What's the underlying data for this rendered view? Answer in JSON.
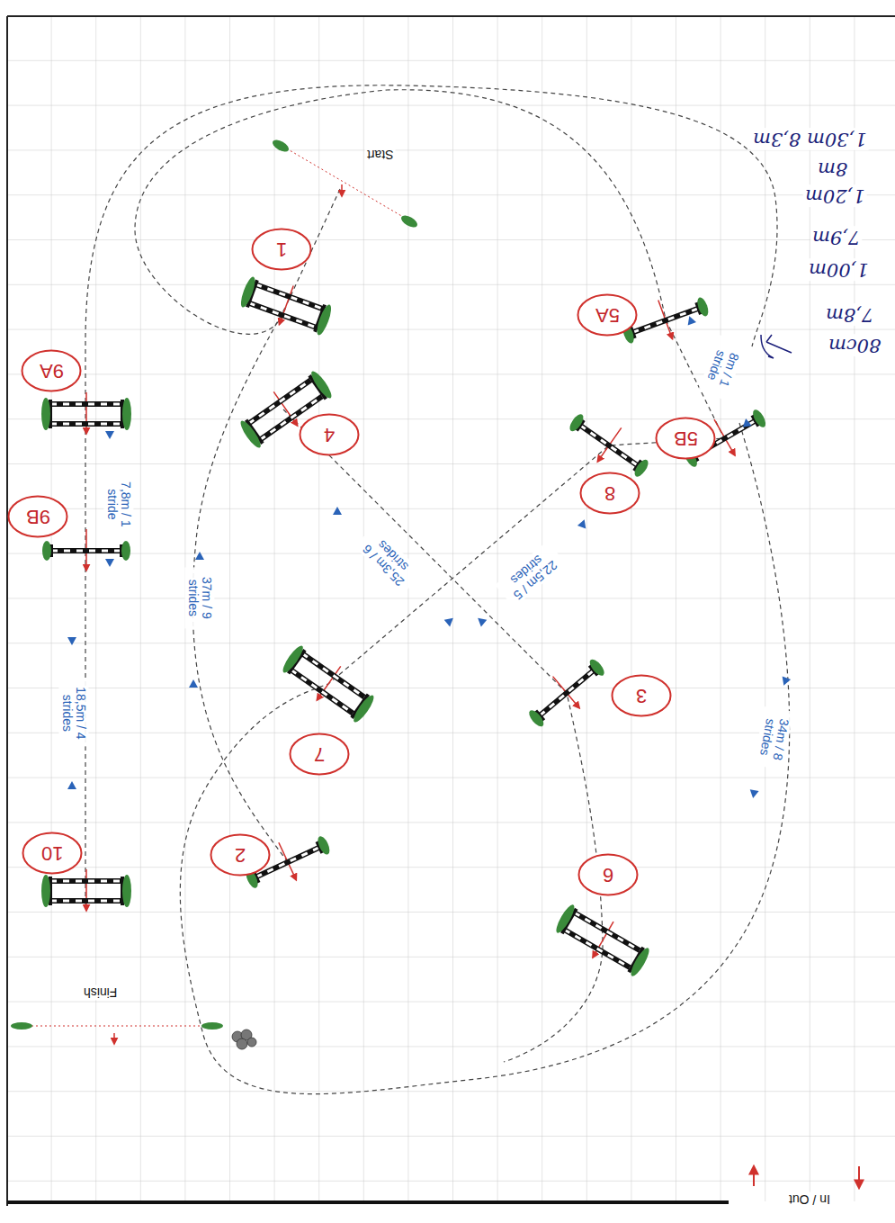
{
  "diagram": {
    "nodes": [
      {
        "text": [
          "1"
        ]
      },
      {
        "text": [
          "2"
        ]
      },
      {
        "text": [
          "3"
        ]
      },
      {
        "text": [
          "4"
        ]
      },
      {
        "text": [
          "5A"
        ]
      },
      {
        "text": [
          "5B"
        ]
      },
      {
        "text": [
          "6"
        ]
      },
      {
        "text": [
          "7"
        ]
      },
      {
        "text": [
          "8"
        ]
      },
      {
        "text": [
          "9A"
        ]
      },
      {
        "text": [
          "9B"
        ]
      },
      {
        "text": [
          "10"
        ]
      }
    ],
    "labels": [
      "Start",
      "Finish",
      "In / Out",
      "8m / 1 stride",
      "25,3m / 6 strides",
      "22,5m / 5 strides",
      "7,8m / 1 stride",
      "37m / 9 strides",
      "18,5m / 4 strides",
      "34m / 8 strides",
      "80cm",
      "7,8m",
      "1,00m",
      "7,9m",
      "1,20m",
      "8m",
      "1,30m 8,3m"
    ]
  }
}
